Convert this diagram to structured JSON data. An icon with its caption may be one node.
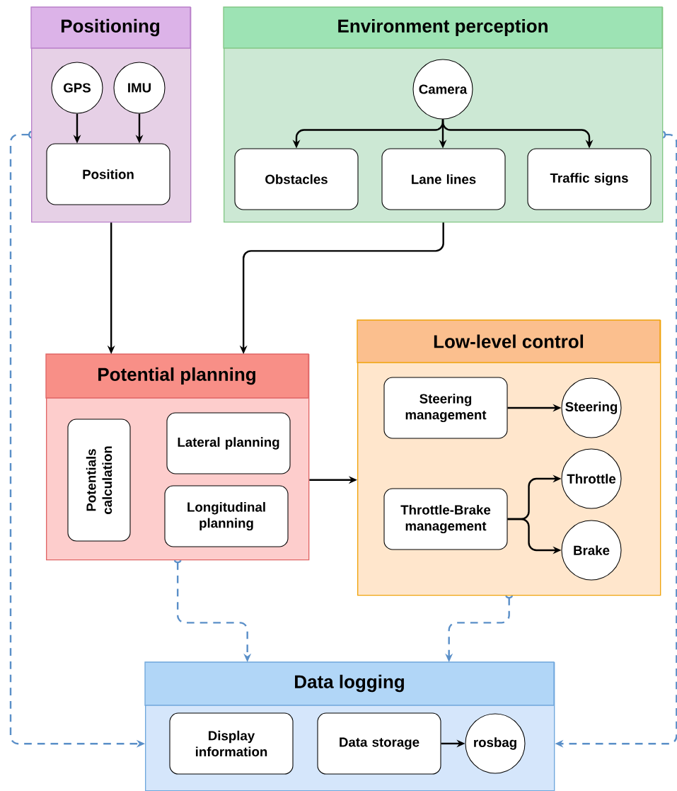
{
  "diagram": {
    "nodes": [
      {
        "text": [
          "Positioning"
        ]
      },
      {
        "text": [
          "GPS"
        ],
        "in": 0
      },
      {
        "text": [
          "IMU"
        ],
        "in": 0
      },
      {
        "text": [
          "Position"
        ],
        "in": 0
      },
      {
        "text": [
          "Environment perception"
        ]
      },
      {
        "text": [
          "Camera"
        ],
        "in": 4
      },
      {
        "text": [
          "Obstacles"
        ],
        "in": 4
      },
      {
        "text": [
          "Lane lines"
        ],
        "in": 4
      },
      {
        "text": [
          "Traffic signs"
        ],
        "in": 4
      },
      {
        "text": [
          "Potential planning"
        ]
      },
      {
        "text": [
          "Potentials calculation"
        ],
        "in": 9
      },
      {
        "text": [
          "Lateral planning"
        ],
        "in": 9
      },
      {
        "text": [
          "Longitudinal planning"
        ],
        "in": 9
      },
      {
        "text": [
          "Low-level control"
        ]
      },
      {
        "text": [
          "Steering management"
        ],
        "in": 13
      },
      {
        "text": [
          "Steering"
        ],
        "in": 13
      },
      {
        "text": [
          "Throttle-Brake management"
        ],
        "in": 13
      },
      {
        "text": [
          "Throttle"
        ],
        "in": 13
      },
      {
        "text": [
          "Brake"
        ],
        "in": 13
      },
      {
        "text": [
          "Data logging"
        ]
      },
      {
        "text": [
          "Display information"
        ],
        "in": 19
      },
      {
        "text": [
          "Data storage"
        ],
        "in": 19
      },
      {
        "text": [
          "rosbag"
        ],
        "in": 19
      }
    ],
    "edges": [
      {
        "from": 1,
        "to": 3,
        "arrow": "to"
      },
      {
        "from": 2,
        "to": 3,
        "arrow": "to"
      },
      {
        "from": 5,
        "to": 6,
        "arrow": "to"
      },
      {
        "from": 5,
        "to": 7,
        "arrow": "to"
      },
      {
        "from": 5,
        "to": 8,
        "arrow": "to"
      },
      {
        "from": 0,
        "to": 9,
        "arrow": "to"
      },
      {
        "from": 4,
        "to": 9,
        "arrow": "to"
      },
      {
        "from": 9,
        "to": 13,
        "arrow": "to"
      },
      {
        "from": 14,
        "to": 15,
        "arrow": "to"
      },
      {
        "from": 16,
        "to": 17,
        "arrow": "to"
      },
      {
        "from": 16,
        "to": 18,
        "arrow": "to"
      },
      {
        "from": 21,
        "to": 22,
        "arrow": "to"
      },
      {
        "from": 0,
        "to": 19,
        "arrow": "to",
        "style": "dashed",
        "color": "#5a8fc8"
      },
      {
        "from": 4,
        "to": 19,
        "arrow": "to",
        "style": "dashed",
        "color": "#5a8fc8"
      },
      {
        "from": 9,
        "to": 19,
        "arrow": "to",
        "style": "dashed",
        "color": "#5a8fc8"
      },
      {
        "from": 13,
        "to": 19,
        "arrow": "to",
        "style": "dashed",
        "color": "#5a8fc8"
      }
    ]
  }
}
